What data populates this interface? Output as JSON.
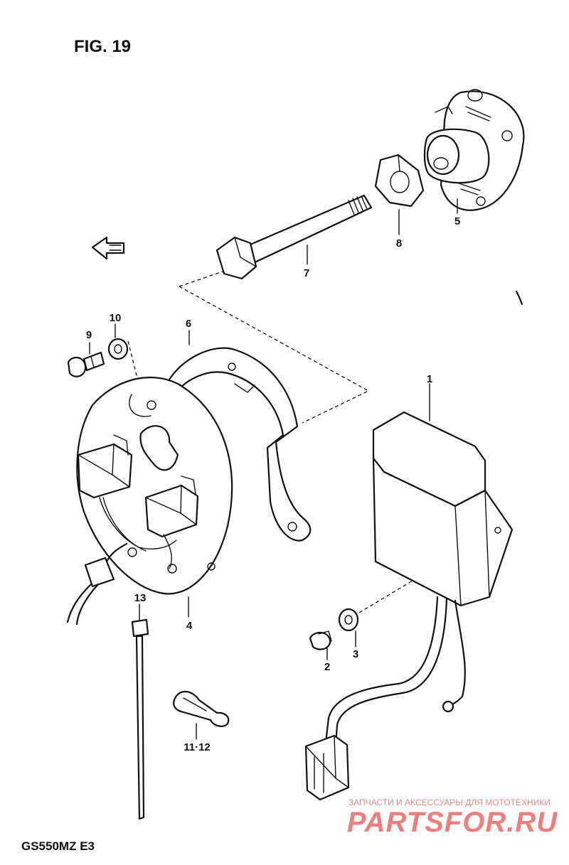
{
  "figure_title": "FIG. 19",
  "model_code": "GS550MZ  E3",
  "watermark": {
    "tagline": "ЗАПЧАСТИ И АКСЕССУАРЫ ДЛЯ МОТОТЕХНИКИ",
    "logo": "PARTSFOR.RU"
  },
  "callouts": {
    "c1": "1",
    "c2": "2",
    "c3": "3",
    "c4": "4",
    "c5": "5",
    "c6": "6",
    "c7": "7",
    "c8": "8",
    "c9": "9",
    "c10": "10",
    "c11_12": "11·12",
    "c13": "13"
  }
}
